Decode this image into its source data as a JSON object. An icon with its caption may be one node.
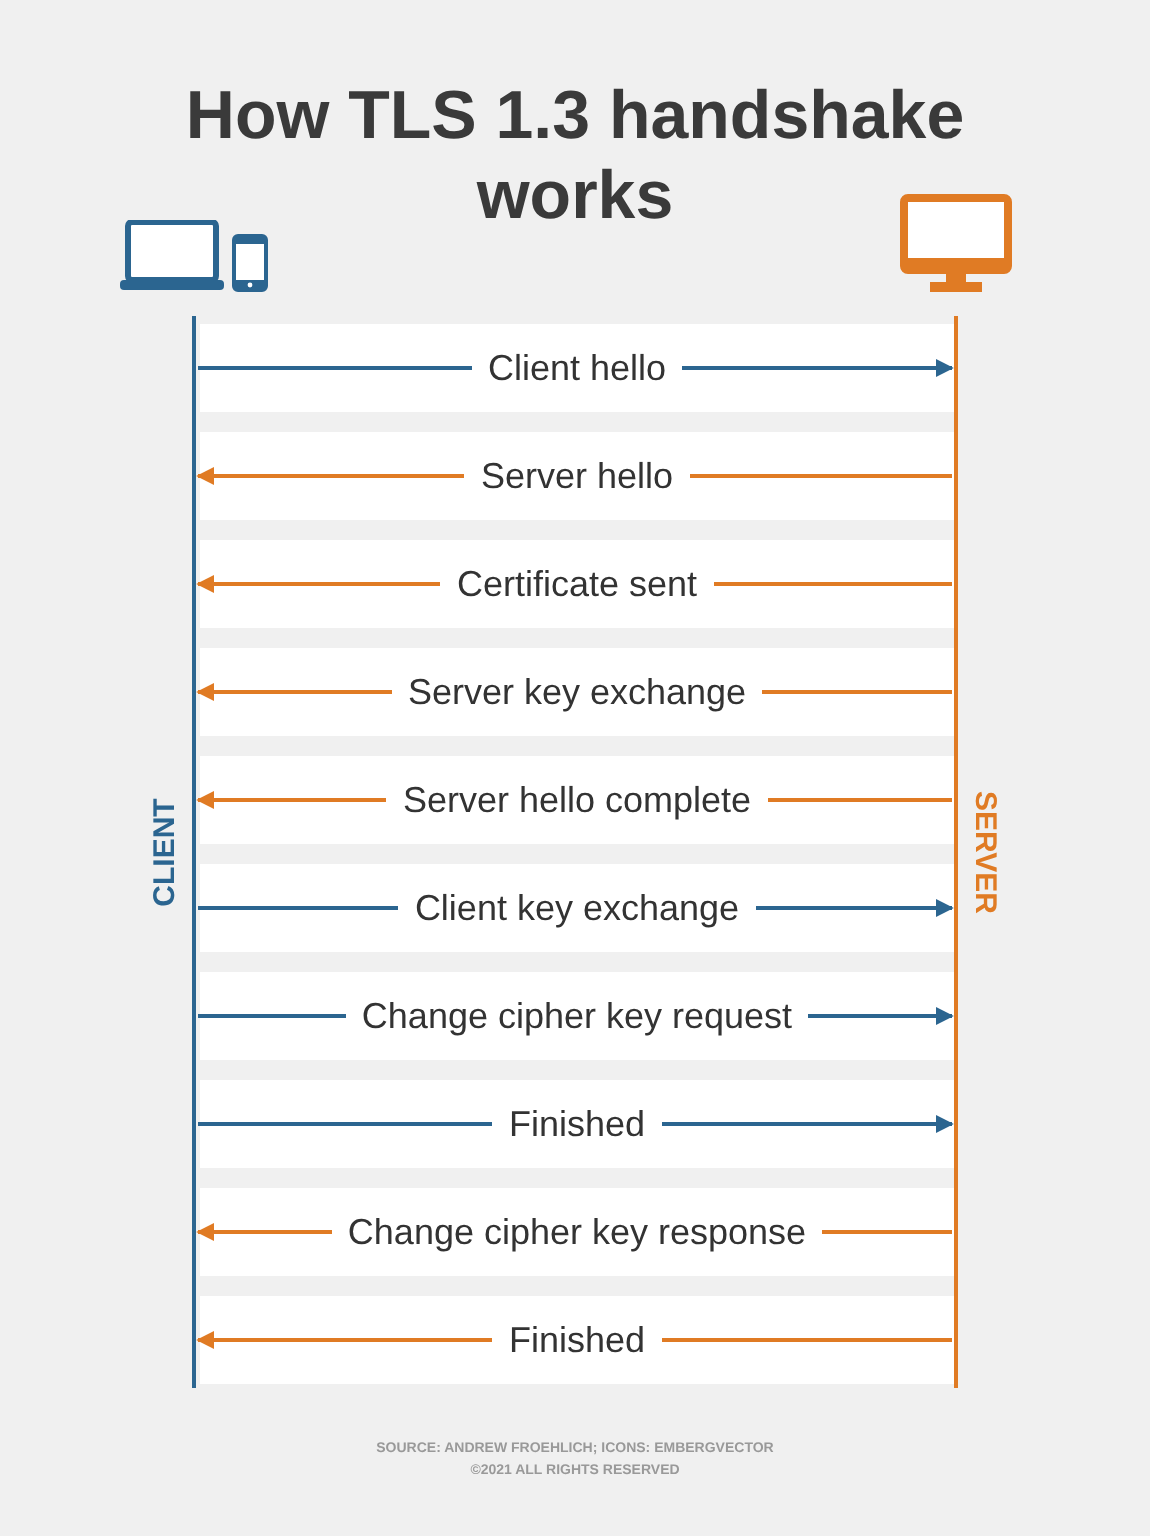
{
  "diagram": {
    "title": "How TLS 1.3 handshake works",
    "nodes": [
      {
        "text": [
          "CLIENT"
        ]
      },
      {
        "text": [
          "SERVER"
        ]
      }
    ],
    "edges": [
      {
        "from": 0,
        "to": 1,
        "arrow": "to",
        "label": "Client hello",
        "color": "#2b6590"
      },
      {
        "from": 1,
        "to": 0,
        "arrow": "to",
        "label": "Server hello"
      },
      {
        "from": 1,
        "to": 0,
        "arrow": "to",
        "label": "Certificate sent"
      },
      {
        "from": 1,
        "to": 0,
        "arrow": "to",
        "label": "Server key exchange"
      },
      {
        "from": 1,
        "to": 0,
        "arrow": "to",
        "label": "Server hello complete"
      },
      {
        "from": 0,
        "to": 1,
        "arrow": "to",
        "label": "Client key exchange",
        "color": "#2b6590"
      },
      {
        "from": 0,
        "to": 1,
        "arrow": "to",
        "label": "Change cipher key request",
        "color": "#2b6590"
      },
      {
        "from": 0,
        "to": 1,
        "arrow": "to",
        "label": "Finished",
        "color": "#2b6590"
      },
      {
        "from": 1,
        "to": 0,
        "arrow": "to",
        "label": "Change cipher key response"
      },
      {
        "from": 1,
        "to": 0,
        "arrow": "to",
        "label": "Finished"
      }
    ],
    "labels": [
      "SOURCE: ANDREW FROEHLICH; ICONS: EMBERGVECTOR",
      "©2021 ALL RIGHTS RESERVED"
    ]
  }
}
